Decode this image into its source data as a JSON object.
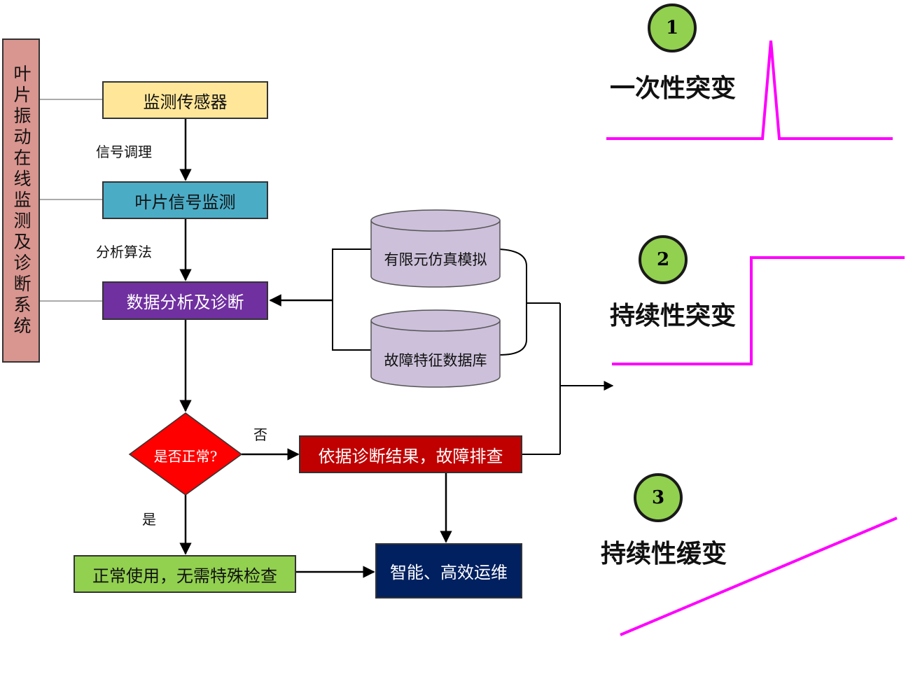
{
  "side_panel": {
    "label": "叶片振动在线监测及诊断系统"
  },
  "flow": {
    "sensor": "监测传感器",
    "signal_conditioning": "信号调理",
    "blade_signal": "叶片信号监测",
    "analysis_algorithm": "分析算法",
    "data_analysis": "数据分析及诊断",
    "decision": "是否正常?",
    "no_label": "否",
    "yes_label": "是",
    "troubleshoot": "依据诊断结果，故障排查",
    "normal_use": "正常使用，无需特殊检查",
    "smart_ops": "智能、高效运维"
  },
  "databases": {
    "fem": "有限元仿真模拟",
    "fault_db": "故障特征数据库"
  },
  "types": [
    {
      "number": "1",
      "label": "一次性突变"
    },
    {
      "number": "2",
      "label": "持续性突变"
    },
    {
      "number": "3",
      "label": "持续性缓变"
    }
  ],
  "colors": {
    "sensor": "#ffe699",
    "blade_signal": "#4bacc6",
    "data_analysis": "#7030a0",
    "decision": "#ff0000",
    "troubleshoot": "#c00000",
    "normal_use": "#92d050",
    "smart_ops": "#002060",
    "cylinder": "#ccc0da",
    "signal_line": "#ff00ff",
    "circle": "#92d050"
  }
}
